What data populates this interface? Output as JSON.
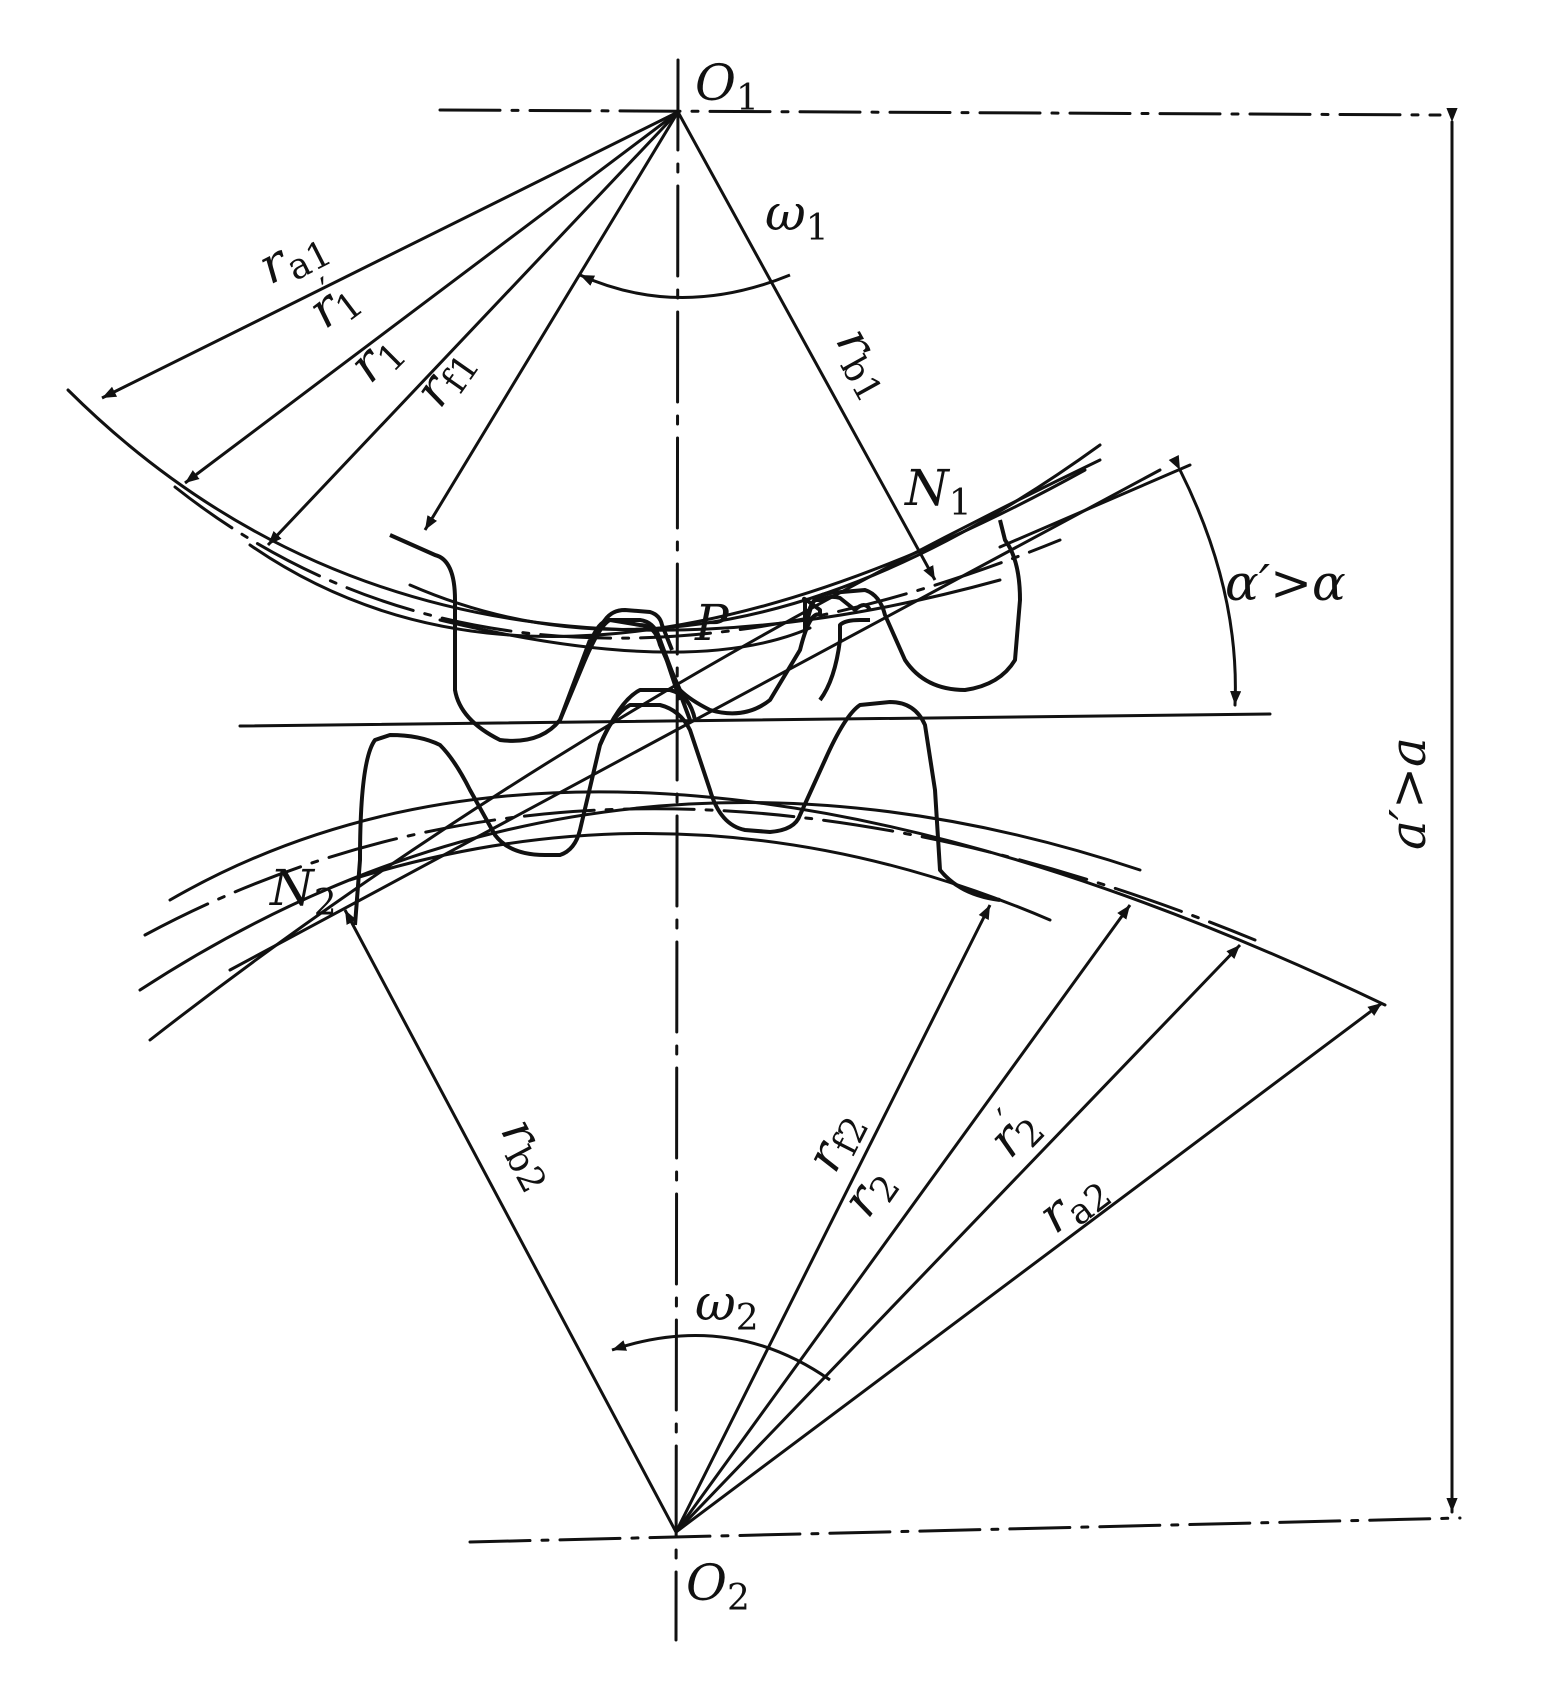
{
  "diagram": {
    "points": {
      "o1": "O",
      "o1_sub": "1",
      "o2": "O",
      "o2_sub": "2",
      "p": "P",
      "n1": "N",
      "n1_sub": "1",
      "n2": "N",
      "n2_sub": "2"
    },
    "radii_gear1": {
      "ra1": "r",
      "ra1_sub": "a1",
      "r1p": "r",
      "r1p_sub": "1",
      "r1p_prime": "′",
      "r1": "r",
      "r1_sub": "1",
      "rf1": "r",
      "rf1_sub": "f1",
      "rb1": "r",
      "rb1_sub": "b1"
    },
    "radii_gear2": {
      "rb2": "r",
      "rb2_sub": "b2",
      "rf2": "r",
      "rf2_sub": "f2",
      "r2": "r",
      "r2_sub": "2",
      "r2p": "r",
      "r2p_sub": "2",
      "r2p_prime": "′",
      "ra2": "r",
      "ra2_sub": "a2"
    },
    "angular": {
      "w1": "ω",
      "w1_sub": "1",
      "w2": "ω",
      "w2_sub": "2"
    },
    "relations": {
      "pressure_angle": "α′>α",
      "center_distance": "a′>a"
    },
    "colors": {
      "ink": "#111111",
      "paper": "#ffffff"
    }
  }
}
